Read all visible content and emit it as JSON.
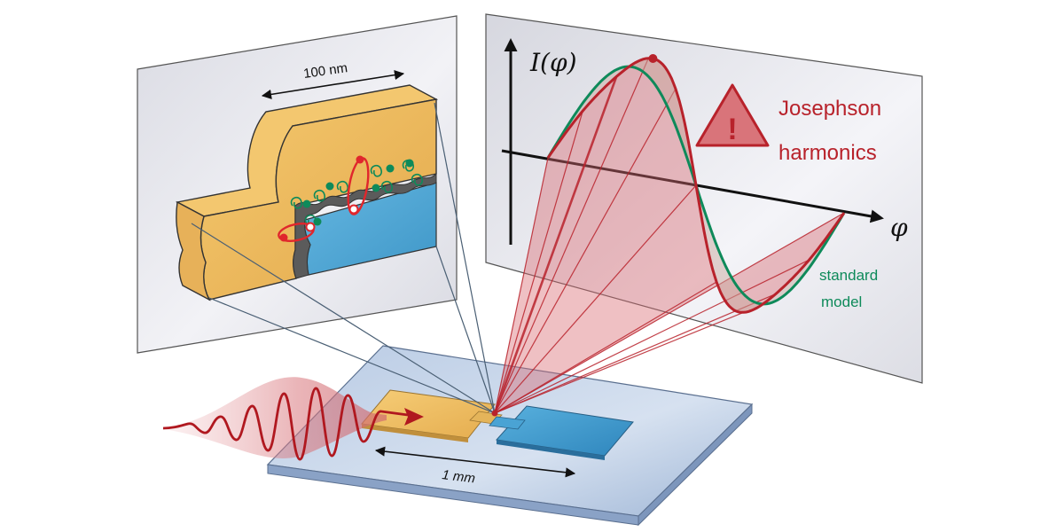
{
  "left_panel": {
    "scale_label": "100 nm"
  },
  "right_panel": {
    "y_axis_label": "I(φ)",
    "x_axis_label": "φ",
    "warning_line1": "Josephson",
    "warning_line2": "harmonics",
    "model_line1": "standard",
    "model_line2": "model",
    "warning_icon": "warning-triangle-icon",
    "warning_glyph": "!"
  },
  "chip": {
    "scale_label": "1 mm"
  },
  "colors": {
    "panel": "#e9e9ef",
    "superconductor_gold": "#efbc5e",
    "superconductor_blue": "#55abd8",
    "oxide": "#5b5b5b",
    "harmonics_red": "#b8222b",
    "standard_green": "#0e8a5a",
    "substrate": "#a8bedc"
  }
}
